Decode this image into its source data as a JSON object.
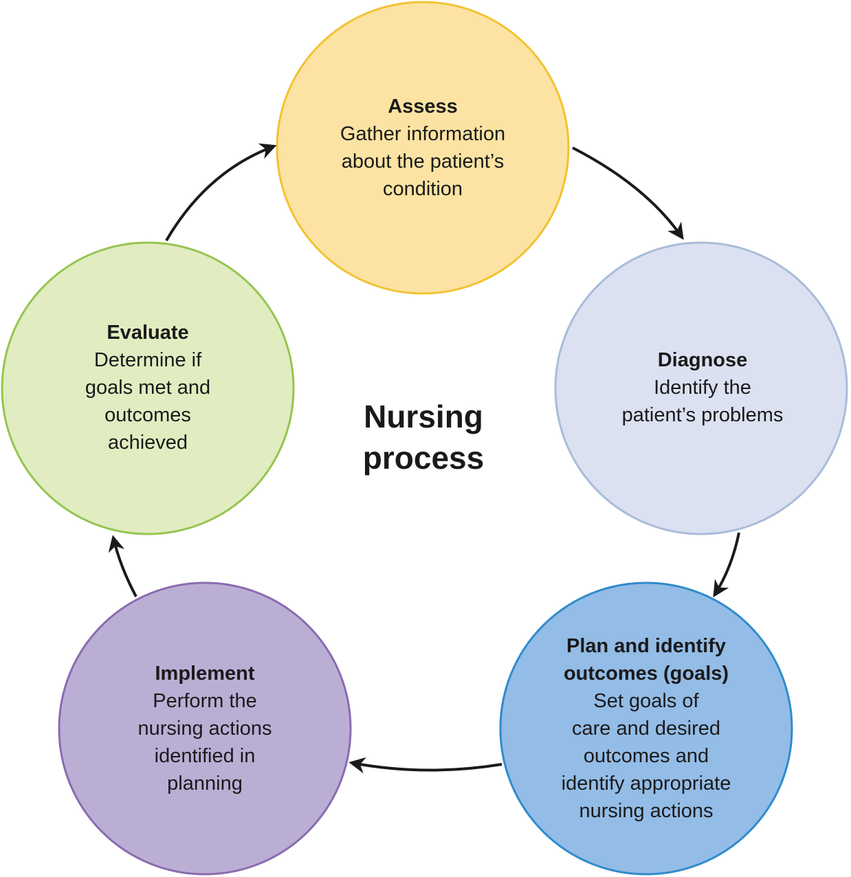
{
  "diagram": {
    "center_label": [
      "Nursing",
      "process"
    ],
    "nodes": [
      {
        "title": "Assess",
        "description": [
          "Gather information",
          "about the patient’s",
          "condition"
        ],
        "fill": "#fce3a3",
        "stroke": "#f2c232"
      },
      {
        "title": "Diagnose",
        "description": [
          "Identify the",
          "patient’s problems"
        ],
        "fill": "#dbe1f1",
        "stroke": "#a9bcd9"
      },
      {
        "title": "Plan and identify outcomes (goals)",
        "title_lines": [
          "Plan and identify",
          "outcomes (goals)"
        ],
        "description": [
          "Set goals of",
          "care and desired",
          "outcomes and",
          "identify appropriate",
          "nursing actions"
        ],
        "fill": "#93bce6",
        "stroke": "#2f8bcb"
      },
      {
        "title": "Implement",
        "description": [
          "Perform the",
          "nursing actions",
          "identified in",
          "planning"
        ],
        "fill": "#bbaed5",
        "stroke": "#8a6bb0"
      },
      {
        "title": "Evaluate",
        "description": [
          "Determine if",
          "goals met and",
          "outcomes",
          "achieved"
        ],
        "fill": "#e1ecc1",
        "stroke": "#94c550"
      }
    ],
    "arrow_color": "#1a1a1a"
  }
}
